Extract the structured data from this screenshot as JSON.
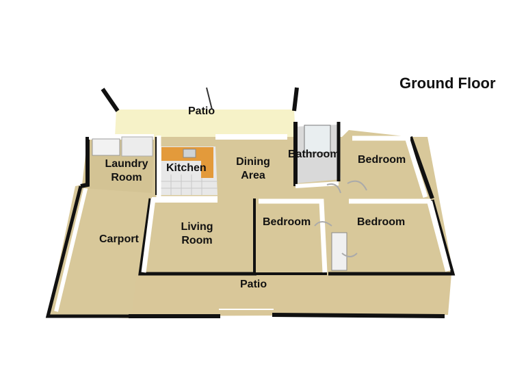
{
  "floor_title": "Ground Floor",
  "rooms": {
    "patio_top": "Patio",
    "laundry_line1": "Laundry",
    "laundry_line2": "Room",
    "kitchen": "Kitchen",
    "dining_line1": "Dining",
    "dining_line2": "Area",
    "bathroom": "Bathroom",
    "bedroom_top_right": "Bedroom",
    "carport": "Carport",
    "living_line1": "Living",
    "living_line2": "Room",
    "bedroom_middle": "Bedroom",
    "bedroom_right": "Bedroom",
    "patio_bottom": "Patio"
  },
  "colors": {
    "floor": "#d8c89a",
    "patio": "#f6f2c8",
    "wall_top": "#ffffff",
    "wall_edge": "#1a1a1a",
    "kitchen_counter": "#e39a3b",
    "tile": "#e8e8e8"
  }
}
